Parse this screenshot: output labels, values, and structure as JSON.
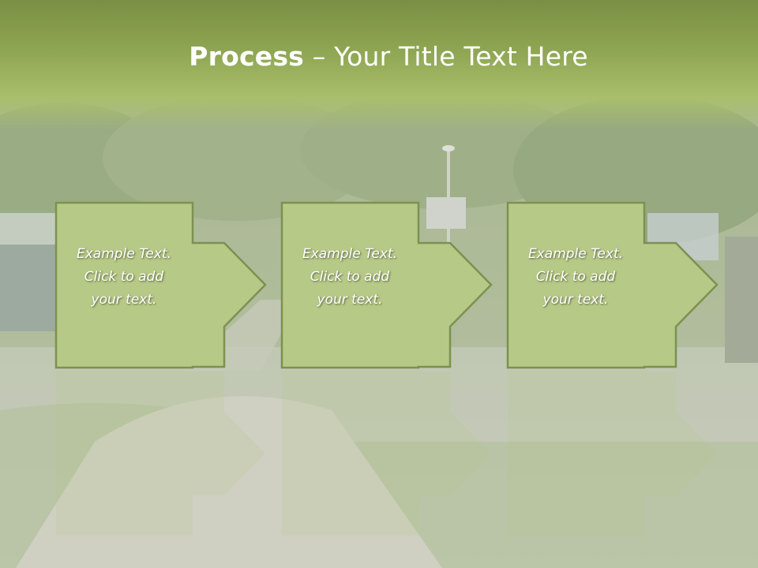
{
  "slide": {
    "title_bold": "Process",
    "title_rest": " – Your Title Text Here"
  },
  "steps": [
    {
      "text": "Example Text.\nClick  to add\nyour text."
    },
    {
      "text": "Example Text.\nClick  to add\nyour text."
    },
    {
      "text": "Example Text.\nClick  to add\nyour text."
    }
  ],
  "colors": {
    "title_band": "#8fa653",
    "shape_fill": "#b7c986",
    "shape_border": "#7d9150",
    "text": "#ffffff"
  },
  "icons": [
    "right-arrow-icon"
  ]
}
